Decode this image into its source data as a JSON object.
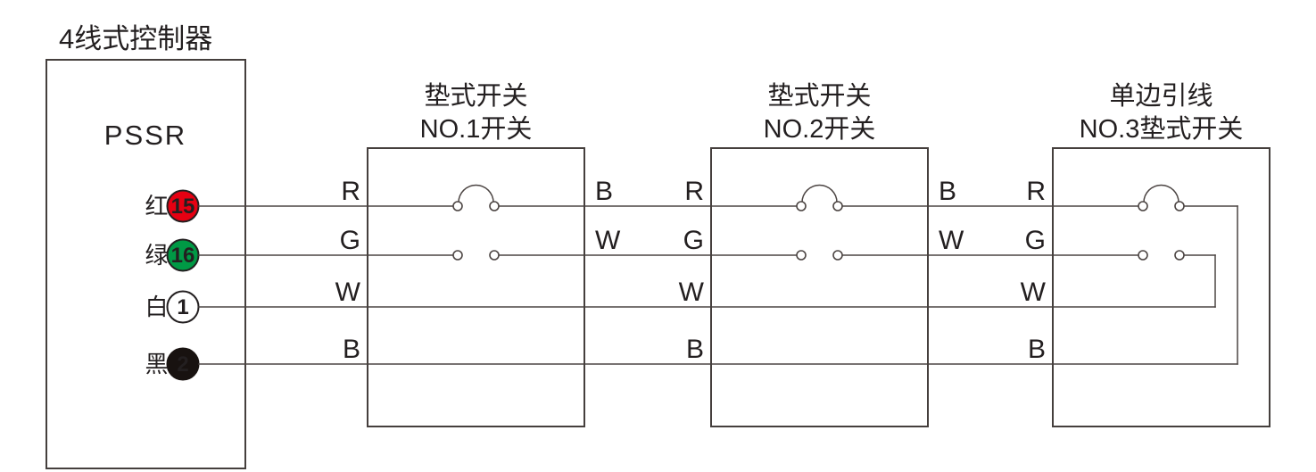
{
  "colors": {
    "background": "#ffffff",
    "wire": "#4c4543",
    "box_border": "#453f3d",
    "text": "#231f20",
    "terminal_red": "#e60012",
    "terminal_green": "#009945",
    "terminal_white": "#ffffff",
    "terminal_black": "#181210"
  },
  "controller": {
    "title": "4线式控制器",
    "label": "PSSR",
    "terminals": [
      {
        "id": "red",
        "name": "红",
        "number": "15",
        "fill": "#e60012",
        "stroke": "#231f20",
        "number_color": "#ffffff"
      },
      {
        "id": "green",
        "name": "绿",
        "number": "16",
        "fill": "#009945",
        "stroke": "#231f20",
        "number_color": "#ffffff"
      },
      {
        "id": "white",
        "name": "白",
        "number": "1",
        "fill": "#ffffff",
        "stroke": "#231f20",
        "number_color": "#231f20"
      },
      {
        "id": "black",
        "name": "黑",
        "number": "2",
        "fill": "#181210",
        "stroke": "#181210",
        "number_color": "#ffffff"
      }
    ]
  },
  "wire_names": [
    "R",
    "G",
    "W",
    "B"
  ],
  "switches": [
    {
      "title_line1": "垫式开关",
      "title_line2": "NO.1开关",
      "left_labels": [
        "R",
        "G",
        "W",
        "B"
      ],
      "right_labels": [
        "B",
        "W"
      ],
      "type": "pass_through"
    },
    {
      "title_line1": "垫式开关",
      "title_line2": "NO.2开关",
      "left_labels": [
        "R",
        "G",
        "W",
        "B"
      ],
      "right_labels": [
        "B",
        "W"
      ],
      "type": "pass_through"
    },
    {
      "title_line1": "单边引线",
      "title_line2": "NO.3垫式开关",
      "left_labels": [
        "R",
        "G",
        "W",
        "B"
      ],
      "right_labels": [],
      "type": "loopback"
    }
  ]
}
